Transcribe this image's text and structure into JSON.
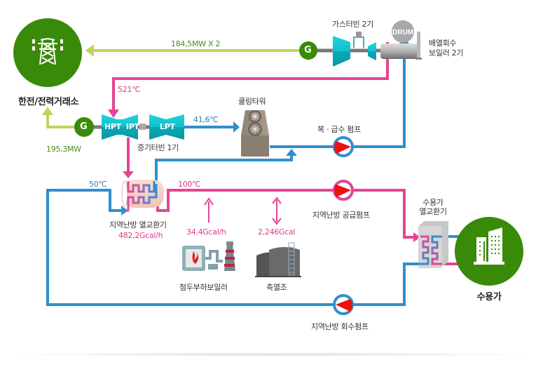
{
  "colors": {
    "power_line": "#bfd45a",
    "steam_hot": "#e44593",
    "water_cold": "#2f8fd0",
    "node_green": "#3a8a0a",
    "turbine_cyan": "#17c0cc",
    "pump_red": "#ee1111"
  },
  "nodes": {
    "grid": {
      "label": "한전/전력거래소",
      "icon": "transmission-tower-icon"
    },
    "gas_turbine": {
      "label": "가스터빈 2기"
    },
    "hrsg": {
      "label_line1": "배열회수",
      "label_line2": "보일러 2기",
      "drum_label": "DRUM"
    },
    "steam_turbine": {
      "label": "증기터빈 1기",
      "hpt_ipt_label": "HPT  IPT",
      "lpt_label": "LPT"
    },
    "generator_gas": {
      "label": "G"
    },
    "generator_steam": {
      "label": "G"
    },
    "cooling_tower": {
      "label": "쿨링타워"
    },
    "feed_pump": {
      "label": "복 · 급수 펌프"
    },
    "dh_heat_exchanger": {
      "label": "지역난방 열교환기",
      "value": "482,2Gcal/h"
    },
    "dh_supply_pump": {
      "label": "지역난방 공급펌프"
    },
    "dh_return_pump": {
      "label": "지역난방 회수펌프"
    },
    "peak_boiler": {
      "label": "첨두부하보일러",
      "value": "34,4Gcal/h"
    },
    "heat_storage": {
      "label": "축열조",
      "value": "2,246Gcal"
    },
    "consumer_hx": {
      "label_line1": "수용가",
      "label_line2": "열교환기"
    },
    "consumer": {
      "label": "수용가",
      "icon": "building-icon"
    }
  },
  "flows": {
    "gas_power": "184,5MW X 2",
    "steam_power": "195,3MW",
    "main_steam_temp": "521℃",
    "exhaust_temp": "41,6℃",
    "return_temp": "50℃",
    "supply_temp": "100℃"
  }
}
